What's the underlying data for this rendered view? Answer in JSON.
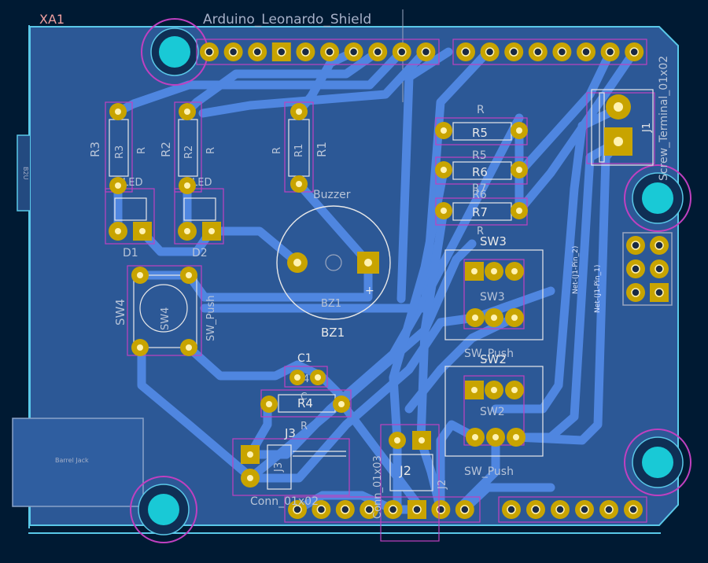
{
  "board": {
    "title": "Arduino_Leonardo_Shield",
    "ref": "XA1",
    "side_label": "B2U",
    "barrel_jack": "Barrel Jack",
    "terminal_value": "Screw_Terminal_01x02"
  },
  "components": {
    "r1": {
      "ref": "R1",
      "val": "R"
    },
    "r2": {
      "ref": "R2",
      "val": "R"
    },
    "r3": {
      "ref": "R3",
      "val": "R"
    },
    "r4": {
      "ref": "R4",
      "ref_fab": "R4",
      "val": "R"
    },
    "r5": {
      "ref": "R5",
      "ref_fab": "R5",
      "val": "R"
    },
    "r6": {
      "ref": "R6",
      "ref_fab": "R6",
      "val": "R6"
    },
    "r7": {
      "ref": "R7",
      "ref_fab": "R7",
      "val": "R"
    },
    "d1": {
      "ref": "D1",
      "val": "LED"
    },
    "d2": {
      "ref": "D2",
      "val": "LED"
    },
    "bz1": {
      "ref": "BZ1",
      "ref_fab": "BZ1",
      "val": "Buzzer",
      "plus": "+"
    },
    "sw2": {
      "ref": "SW2",
      "ref_fab": "SW2",
      "val": "SW_Push"
    },
    "sw3": {
      "ref": "SW3",
      "ref_fab": "SW3",
      "val": "SW_Push"
    },
    "sw4": {
      "ref": "SW4",
      "ref_fab": "SW4",
      "val": "SW_Push"
    },
    "c1": {
      "ref": "C1",
      "val": "C"
    },
    "j1": {
      "ref": "J1"
    },
    "j2": {
      "ref": "J2",
      "val": "Conn_01x03"
    },
    "j3": {
      "ref": "J3",
      "ref_fab": "J3",
      "val": "Conn_01x02"
    }
  },
  "nets": {
    "j1_pin2": "Net-(J1-Pin_2)",
    "j1_pin1": "Net-(J1-Pin_1)"
  },
  "colors": {
    "background": "#001a33",
    "board_fill": "#2d5a9a",
    "copper_track": "#4f86e0",
    "pad_gold": "#c8a400",
    "mounting_hole": "#19c9d6",
    "outline": "#5ac8e8",
    "courtyard": "#c040c0",
    "silk": "#e8e8e8"
  }
}
